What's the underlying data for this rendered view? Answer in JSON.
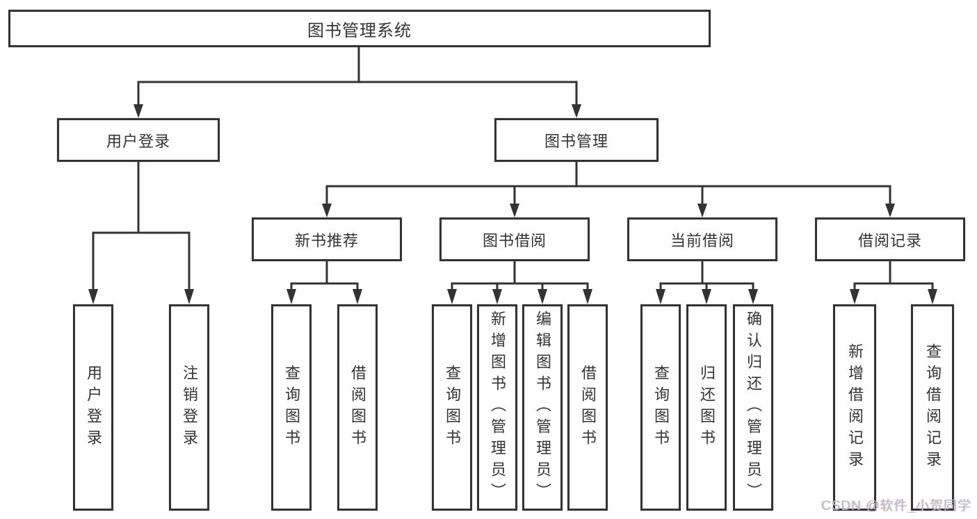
{
  "diagram": {
    "root": {
      "label": "图书管理系统"
    },
    "level1": {
      "user_login": {
        "label": "用户登录"
      },
      "book_management": {
        "label": "图书管理"
      }
    },
    "level2": {
      "new_book_recommend": {
        "label": "新书推荐"
      },
      "book_borrowing": {
        "label": "图书借阅"
      },
      "current_borrowing": {
        "label": "当前借阅"
      },
      "borrowing_records": {
        "label": "借阅记录"
      }
    },
    "leaves": {
      "user_login": {
        "label": "用户登录"
      },
      "logout": {
        "label": "注销登录"
      },
      "recommend_query_books": {
        "label": "查询图书"
      },
      "recommend_borrow_books": {
        "label": "借阅图书"
      },
      "borrowing_query_books": {
        "label": "查询图书"
      },
      "borrowing_add_books_admin": {
        "label": "新增图书（管理员）"
      },
      "borrowing_edit_books_admin": {
        "label": "编辑图书（管理员）"
      },
      "borrowing_borrow_books": {
        "label": "借阅图书"
      },
      "current_query_books": {
        "label": "查询图书"
      },
      "current_return_books": {
        "label": "归还图书"
      },
      "current_confirm_return_admin": {
        "label": "确认归还（管理员）"
      },
      "records_add_record": {
        "label": "新增借阅记录"
      },
      "records_query_record": {
        "label": "查询借阅记录"
      }
    }
  },
  "watermark": {
    "text": "CSDN @软件_小贺同学"
  },
  "colors": {
    "line": "#333333",
    "border": "#333333",
    "text": "#333333",
    "background": "#ffffff",
    "watermark": "#b9bdc3"
  }
}
